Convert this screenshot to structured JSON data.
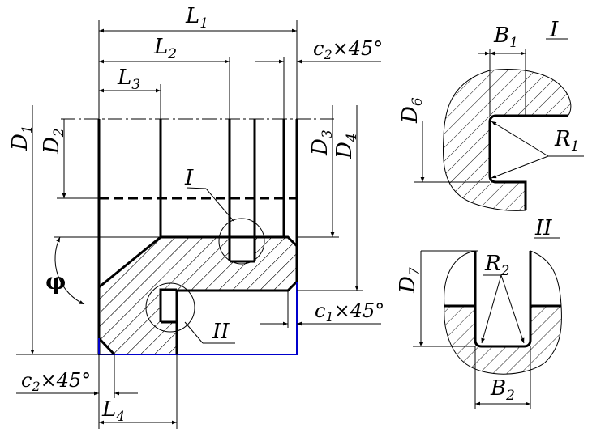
{
  "labels": {
    "L1": "L",
    "L1_sub": "1",
    "L2": "L",
    "L2_sub": "2",
    "L3": "L",
    "L3_sub": "3",
    "L4": "L",
    "L4_sub": "4",
    "D1": "D",
    "D1_sub": "1",
    "D2": "D",
    "D2_sub": "2",
    "D3": "D",
    "D3_sub": "3",
    "D4": "D",
    "D4_sub": "4",
    "D6": "D",
    "D6_sub": "6",
    "D7": "D",
    "D7_sub": "7",
    "B1": "B",
    "B1_sub": "1",
    "B2": "B",
    "B2_sub": "2",
    "R1": "R",
    "R1_sub": "1",
    "R2": "R",
    "R2_sub": "2",
    "c2_top": "c",
    "c2_top_sub": "2",
    "c2_top_rest": "×45°",
    "c1": "c",
    "c1_sub": "1",
    "c1_rest": "×45°",
    "c2_bottom": "c",
    "c2_bottom_sub": "2",
    "c2_bottom_rest": "×45°",
    "phi": "φ",
    "view_I": "I",
    "view_II": "II",
    "detail_I": "I",
    "detail_II": "II"
  },
  "colors": {
    "line": "#000000",
    "highlight": "#0000cc"
  }
}
